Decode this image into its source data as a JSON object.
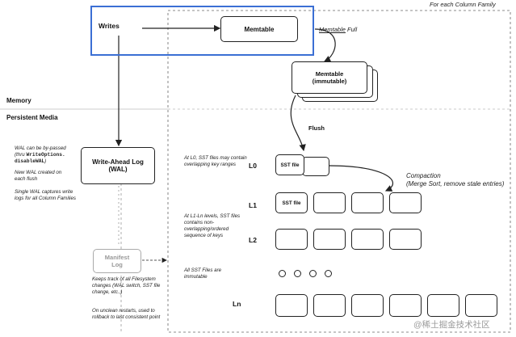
{
  "header": {
    "scope_label": "For each Column Family"
  },
  "sections": {
    "memory": "Memory",
    "persistent": "Persistent Media"
  },
  "nodes": {
    "writes": "Writes",
    "memtable": "Memtable",
    "immutable_title": "Memtable",
    "immutable_sub": "(immutable)",
    "wal_line1": "Write-Ahead Log",
    "wal_line2": "(WAL)",
    "manifest_line1": "Manifest",
    "manifest_line2": "Log",
    "sst_file": "SST file"
  },
  "edges": {
    "memtable_full_italic": "Memtable",
    "memtable_full_rest": " Full",
    "flush": "Flush",
    "compaction_title": "Compaction",
    "compaction_detail": "(Merge Sort, remove stale entries)"
  },
  "levels": {
    "l0": "L0",
    "l1": "L1",
    "l2": "L2",
    "ln": "Ln"
  },
  "notes": {
    "wal_bypass_1": "WAL can be by-passed",
    "wal_bypass_2": "(thru ",
    "wal_bypass_code1": "WriteOptions.",
    "wal_bypass_code2": "disableWAL",
    "wal_bypass_3": ")",
    "wal_new": "New WAL created on each flush",
    "wal_single": "Single WAL captures write logs for all Column Families",
    "l0_overlap": "At L0, SST files may contain overlapping key ranges",
    "l1_nonoverlap": "At L1-Ln levels, SST files contains non-overlapping/ordered sequence of keys",
    "immutable_files": "All SST Files are immutable",
    "manifest_tracks": "Keeps track of all Filesystem changes (WAL switch, SST file change, etc.,)",
    "manifest_restart": "On unclean restarts, used to rollback to last consistent point"
  },
  "watermark": "@稀土掘金技术社区",
  "colors": {
    "writes_border": "#3b6fd4",
    "line": "#222222",
    "divider": "#bbbbbb"
  }
}
